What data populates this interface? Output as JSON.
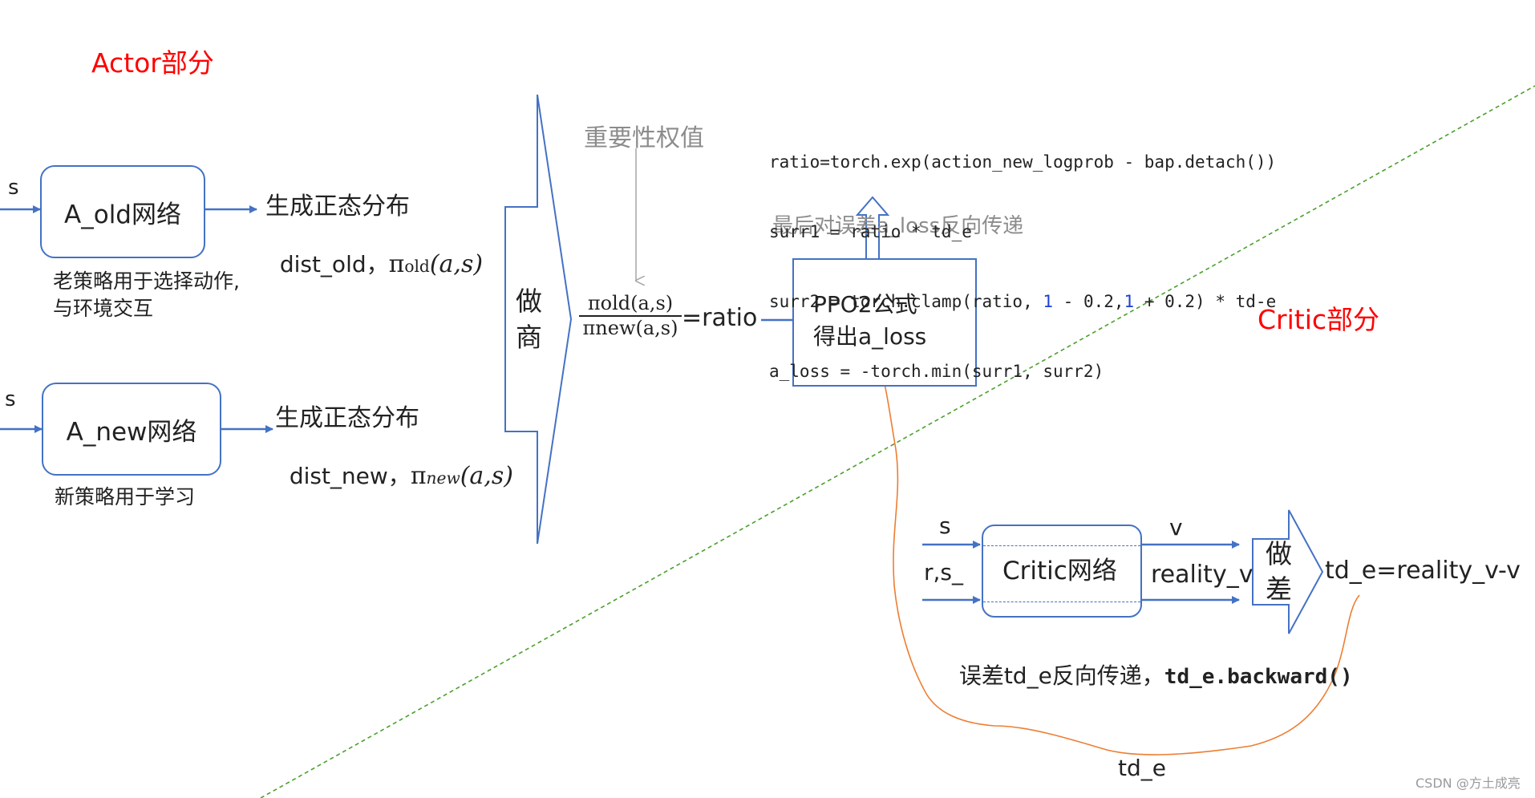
{
  "actor": {
    "title": "Actor部分",
    "s_label_1": "s",
    "s_label_2": "s",
    "old_net": "A_old网络",
    "new_net": "A_new网络",
    "old_gen": "生成正态分布",
    "old_dist": "dist_old，",
    "old_pi": "π",
    "old_pi_sub": "old",
    "old_pi_args": "(a,s)",
    "new_gen": "生成正态分布",
    "new_dist": "dist_new，",
    "new_pi": "π",
    "new_pi_sub": "new",
    "new_pi_args": "(a,s)",
    "old_note_1": "老策略用于选择动作,",
    "old_note_2": "与环境交互",
    "new_note": "新策略用于学习",
    "divide_1": "做",
    "divide_2": "商",
    "weight_label": "重要性权值",
    "frac_num": "πold(a,s)",
    "frac_den": "πnew(a,s)",
    "ratio_label": "=ratio",
    "ppo_1": "PPO2公式",
    "ppo_2": "得出a_loss",
    "backprop": "最后对误差a_loss反向传递"
  },
  "code": {
    "line1": "ratio=torch.exp(action_new_logprob - bap.detach())",
    "line2": "surr1 = ratio * td_e",
    "line3_a": "surr2 = torch.clamp(ratio, ",
    "line3_b": "1",
    "line3_c": " - 0.2,",
    "line3_d": "1",
    "line3_e": " + 0.2) * td-e",
    "line4": "a_loss = -torch.min(surr1, surr2)"
  },
  "critic": {
    "title": "Critic部分",
    "s_label": "s",
    "rs_label": "r,s_",
    "net": "Critic网络",
    "v_label": "v",
    "reality_label": "reality_v",
    "diff_1": "做",
    "diff_2": "差",
    "td_formula": "td_e=reality_v-v",
    "td_backprop": "误差td_e反向传递，",
    "td_backprop_code": "td_e.backward()",
    "td_loop": "td_e"
  },
  "watermark": "CSDN @方土成亮",
  "colors": {
    "arrow_blue": "#4472c4",
    "title_red": "#ff0000",
    "divider_green": "#4aa02c",
    "loop_orange": "#ed7d31",
    "muted_gray": "#8c8c8c"
  }
}
